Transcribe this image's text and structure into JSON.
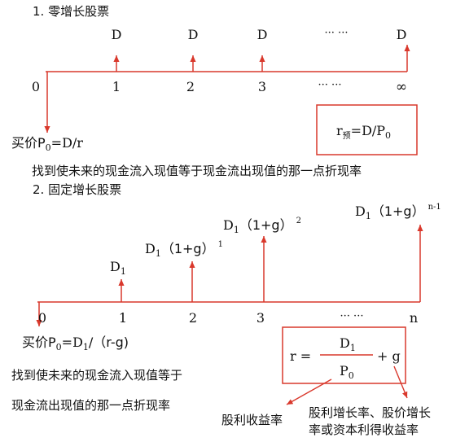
{
  "colors": {
    "accent": "#d9382c",
    "text": "#111111",
    "background": "#ffffff"
  },
  "section1": {
    "title": "1. 零增长股票",
    "dividend_labels": [
      "D",
      "D",
      "D",
      "··· ···",
      "D"
    ],
    "timeline_labels": [
      "0",
      "1",
      "2",
      "3",
      "··· ···",
      "∞"
    ],
    "purchase": {
      "prefix": "买价P",
      "sub": "0",
      "suffix": "=D/r"
    },
    "rate_box": {
      "r": "r",
      "r_sub": "预",
      "mid": "=D/P",
      "p_sub": "0"
    },
    "note": "找到使未来的现金流入现值等于现金流出现值的那一点折现率"
  },
  "section2": {
    "title": "2. 固定增长股票",
    "dividends": [
      {
        "base": "D",
        "sub": "1",
        "mid": "",
        "sup": ""
      },
      {
        "base": "D",
        "sub": "1",
        "mid": "（1+g）",
        "sup": "1"
      },
      {
        "base": "D",
        "sub": "1",
        "mid": "（1+g）",
        "sup": "2"
      },
      {
        "base": "D",
        "sub": "1",
        "mid": "（1+g）",
        "sup": "n-1"
      }
    ],
    "timeline_labels": [
      "0",
      "1",
      "2",
      "3",
      "··· ···",
      "n"
    ],
    "purchase": {
      "prefix": "买价P",
      "sub0": "0",
      "mid": "=D",
      "sub1": "1",
      "suffix": "/（r-g)"
    },
    "formula": {
      "lhs": "r =",
      "num": "D",
      "num_sub": "1",
      "den": "P",
      "den_sub": "0",
      "plus": "+ g"
    },
    "note_line1": "找到使未来的现金流入现值等于",
    "note_line2": "现金流出现值的那一点折现率",
    "callout_dividend_yield": "股利收益率",
    "callout_growth_line1": "股利增长率、股价增长",
    "callout_growth_line2": "率或资本利得收益率"
  }
}
